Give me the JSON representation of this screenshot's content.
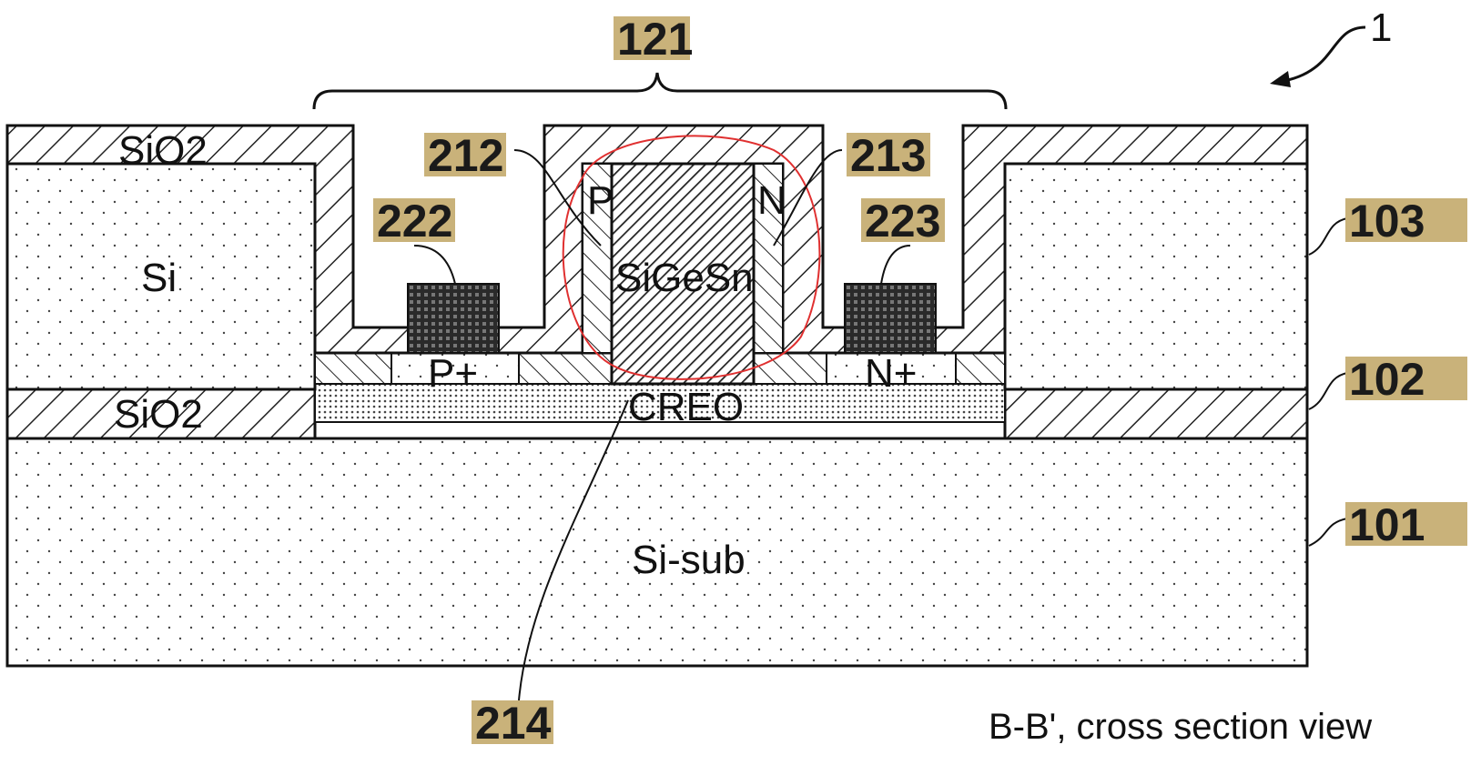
{
  "figure": {
    "number": "1",
    "caption": "B-B', cross section view",
    "tag_color": "#c9b27a",
    "annotation_color": "#e03030"
  },
  "materials": {
    "sio2_top": "SiO2",
    "sio2_bottom": "SiO2",
    "si": "Si",
    "si_sub": "Si-sub",
    "sigesn": "SiGeSn",
    "creo": "CREO",
    "p": "P",
    "n": "N",
    "p_plus": "P+",
    "n_plus": "N+"
  },
  "tags": {
    "t121": "121",
    "t212": "212",
    "t213": "213",
    "t222": "222",
    "t223": "223",
    "t214": "214",
    "t103": "103",
    "t102": "102",
    "t101": "101"
  }
}
